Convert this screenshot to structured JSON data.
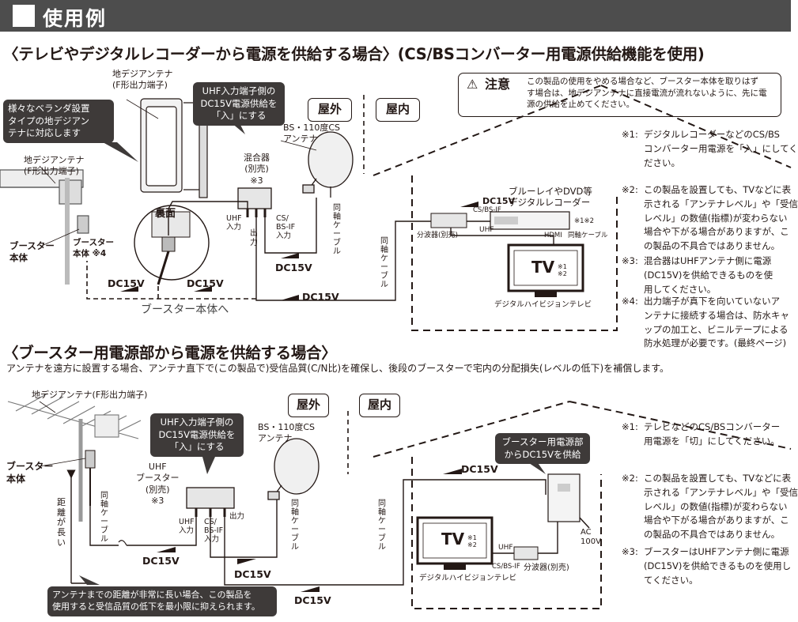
{
  "header": {
    "title": "使用例"
  },
  "section1": {
    "heading": "〈テレビやデジタルレコーダーから電源を供給する場合〉(CS/BSコンバーター用電源供給機能を使用)",
    "labels": {
      "antenna_top": "地デジアンテナ\n(F形出力端子)",
      "callout_veranda": "様々なベランダ設置\nタイプの地デジアン\nテナに対応します",
      "antenna_left": "地デジアンテナ\n(F形出力端子)",
      "booster_body": "ブースター\n本体",
      "callout_uhf": "UHF入力端子側の\nDC15V電源供給を\n「入」にする",
      "outdoor": "屋外",
      "indoor": "屋内",
      "bs_antenna": "BS・110度CS\nアンテナ",
      "mixer": "混合器\n(別売)\n※3",
      "back_label": "裏面",
      "booster_note": "ブースター\n本体 ※4",
      "uhf_in": "UHF\n入力",
      "out": "出\n力",
      "csbs_in": "CS/\nBS-IF\n入力",
      "coax1": "同\n軸\nケ\nー\nブ\nル",
      "coax2": "同\n軸\nケ\nー\nブ\nル",
      "dc15v_a": "DC15V",
      "dc15v_b": "DC15V",
      "dc15v_c": "DC15V",
      "dc15v_d": "DC15V",
      "to_booster": "ブースター本体へ",
      "dc15v_rec": "DC15V",
      "csbsif": "CS/BS-IF",
      "recorder": "ブルーレイやDVD等\nデジタルレコーダー",
      "mark12": "※1※2",
      "splitter": "分波器(別売)",
      "uhf": "UHF",
      "hdmi": "HDMI",
      "coax_small": "同軸ケーブル",
      "tv": "TV",
      "tv_marks": "※1\n※2",
      "dtv": "デジタルハイビジョンテレビ"
    },
    "caution": {
      "title": "注意",
      "text": "この製品の使用をやめる場合など、ブースター本体を取りはず\nす場合は、地デジアンテナに直接電流が流れないように、先に電\n源の供給を止めてください。"
    },
    "notes": [
      {
        "n": "※1:",
        "text": "デジタルレコーダーなどのCS/BS\nコンバーター用電源を「入」にしてく\nださい。"
      },
      {
        "n": "※2:",
        "text": "この製品を設置しても、TVなどに表\n示される「アンテナレベル」や「受信\nレベル」の数値(指標)が変わらない\n場合や下がる場合がありますが、こ\nの製品の不具合ではありません。"
      },
      {
        "n": "※3:",
        "text": "混合器はUHFアンテナ側に電源\n(DC15V)を供給できるものを使\n用してください。"
      },
      {
        "n": "※4:",
        "text": "出力端子が真下を向いていないア\nンテナに接続する場合は、防水キャ\nップの加工と、ビニルテープによる\n防水処理が必要です。(最終ページ)"
      }
    ]
  },
  "section2": {
    "heading": "〈ブースター用電源部から電源を供給する場合〉",
    "intro": "アンテナを遠方に設置する場合、アンテナ直下で(この製品で)受信品質(C/N比)を確保し、後段のブースターで宅内の分配損失(レベルの低下)を補償します。",
    "labels": {
      "antenna": "地デジアンテナ(F形出力端子)",
      "booster_body": "ブースター\n本体",
      "distance": "距\n離\nが\n長\nい",
      "callout_uhf": "UHF入力端子側の\nDC15V電源供給を\n「入」にする",
      "uhf_booster": "UHF\nブースター\n(別売)\n※3",
      "coax1": "同\n軸\nケ\nー\nブ\nル",
      "uhf_in": "UHF\n入力",
      "csbs_in": "CS/\nBS-IF\n入力",
      "out": "出力",
      "coax2": "同\n軸\nケ\nー\nブ\nル",
      "dc15v_a": "DC15V",
      "dc15v_b": "DC15V",
      "dc15v_c": "DC15V",
      "outdoor": "屋外",
      "indoor": "屋内",
      "bs_antenna": "BS・110度CS\nアンテナ",
      "coax3": "同\n軸\nケ\nー\nブ\nル",
      "dc15v_top": "DC15V",
      "callout_power": "ブースター用電源部\nからDC15Vを供給",
      "ac": "AC\n100V",
      "tv": "TV",
      "tv_marks": "※1\n※2",
      "uhf": "UHF",
      "csbsif": "CS/BS-IF",
      "splitter": "分波器(別売)",
      "dtv": "デジタルハイビジョンテレビ",
      "callout_distance": "アンテナまでの距離が非常に長い場合、この製品を\n使用すると受信品質の低下を最小限に抑えられます。"
    },
    "notes": [
      {
        "n": "※1:",
        "text": "テレビなどのCS/BSコンバーター\n用電源を「切」にしてください。"
      },
      {
        "n": "※2:",
        "text": "この製品を設置しても、TVなどに表\n示される「アンテナレベル」や「受信\nレベル」の数値(指標)が変わらない\n場合や下がる場合がありますが、こ\nの製品の不具合ではありません。"
      },
      {
        "n": "※3:",
        "text": "ブースターはUHFアンテナ側に電源\n(DC15V)を供給できるものを使用し\nてください。"
      }
    ]
  }
}
